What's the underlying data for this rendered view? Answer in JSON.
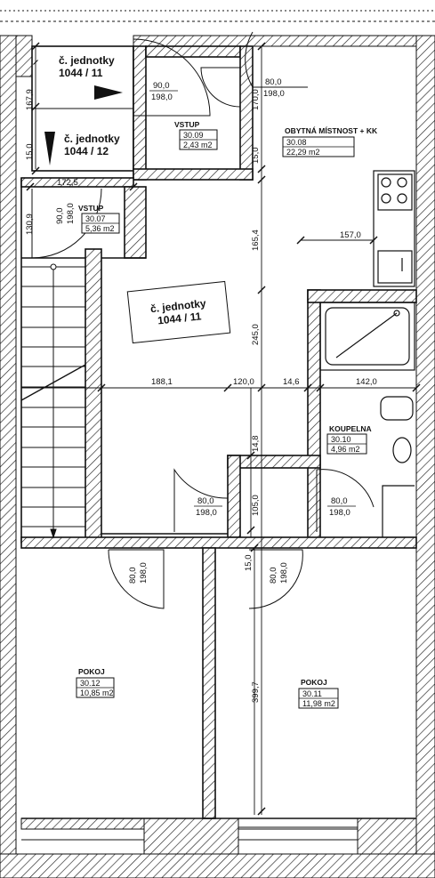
{
  "units": {
    "main_label": "č. jednotky\n1044 / 11",
    "unit_a": "č. jednotky\n1044 / 11",
    "unit_b": "č. jednotky\n1044 / 12"
  },
  "rooms": [
    {
      "id": "vstup_3009",
      "name": "VSTUP",
      "code": "30.09",
      "area": "2,43 m2"
    },
    {
      "id": "obyt_3008",
      "name": "OBYTNÁ MÍSTNOST + KK",
      "code": "30.08",
      "area": "22,29 m2"
    },
    {
      "id": "vstup_3007",
      "name": "VSTUP",
      "code": "30.07",
      "area": "5,36 m2"
    },
    {
      "id": "koup_3010",
      "name": "KOUPELNA",
      "code": "30.10",
      "area": "4,96 m2"
    },
    {
      "id": "pokoj_3012",
      "name": "POKOJ",
      "code": "30.12",
      "area": "10,85 m2"
    },
    {
      "id": "pokoj_3011",
      "name": "POKOJ",
      "code": "30.11",
      "area": "11,98 m2"
    }
  ],
  "dimensions": {
    "d1679": "167,9",
    "d150a": "15,0",
    "d1725": "172,5",
    "d1309": "130,9",
    "d1700": "170,0",
    "d150b": "15,0",
    "d1654": "165,4",
    "d1570": "157,0",
    "d2450": "245,0",
    "d1881": "188,1",
    "d1200": "120,0",
    "d146": "14,6",
    "d1420": "142,0",
    "d148": "14,8",
    "d1050": "105,0",
    "d150c": "15,0",
    "d3997": "399,7"
  },
  "doors": [
    {
      "id": "door1",
      "w": "90,0",
      "h": "198,0"
    },
    {
      "id": "door2",
      "w": "80,0",
      "h": "198,0"
    },
    {
      "id": "door3",
      "w": "90,0",
      "h": "198,0"
    },
    {
      "id": "door4",
      "w": "80,0",
      "h": "198,0"
    },
    {
      "id": "door5",
      "w": "80,0",
      "h": "198,0"
    },
    {
      "id": "door6",
      "w": "80,0",
      "h": "198,0"
    },
    {
      "id": "door7",
      "w": "80,0",
      "h": "198,0"
    }
  ]
}
